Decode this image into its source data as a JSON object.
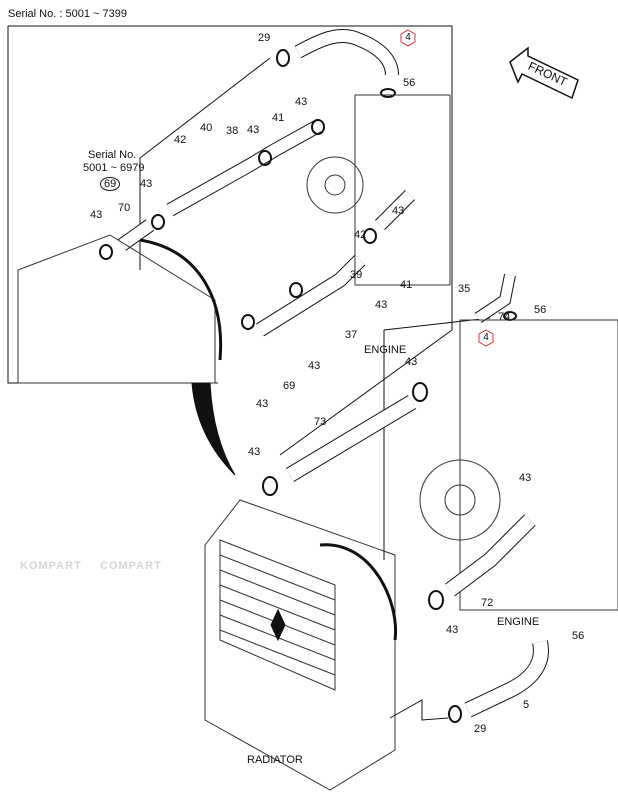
{
  "header": {
    "serial_range": "Serial No. : 5001 ~ 7399"
  },
  "watermark": {
    "left": "KOMPART",
    "right": "COMPART"
  },
  "direction_arrow": "FRONT",
  "inset": {
    "serial_note_title": "Serial No.",
    "serial_note_range": "5001 ~ 6979",
    "circled_ref": "69",
    "callouts": [
      "29",
      "4",
      "56",
      "43",
      "41",
      "43",
      "42",
      "40",
      "38",
      "70",
      "43",
      "43",
      "43",
      "42",
      "39",
      "41",
      "43",
      "37",
      "43",
      "69",
      "43"
    ],
    "engine_label": "ENGINE"
  },
  "main": {
    "callouts": [
      "35",
      "74",
      "56",
      "4",
      "43",
      "73",
      "43",
      "43",
      "72",
      "43",
      "56",
      "5",
      "29"
    ],
    "engine_label": "ENGINE",
    "radiator_label": "RADIATOR"
  },
  "colors": {
    "highlight": "#d0303a",
    "watermark": "#d6d6d6",
    "line": "#111111"
  }
}
